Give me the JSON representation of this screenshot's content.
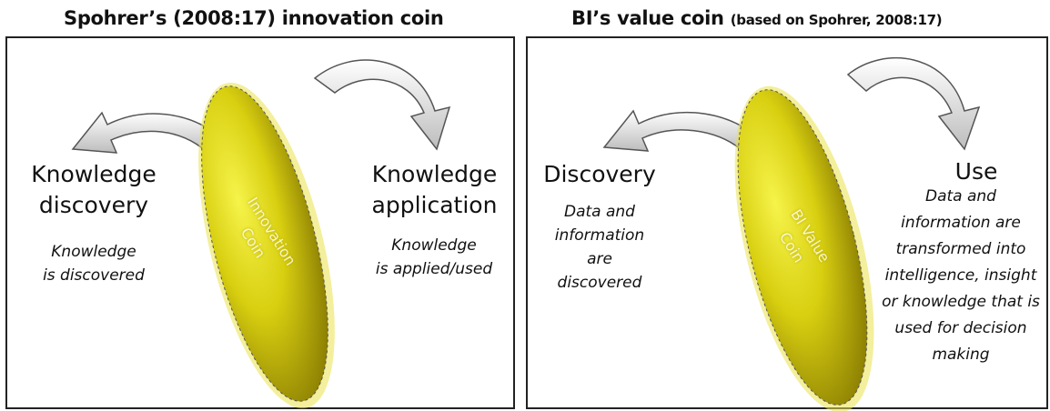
{
  "left_panel": {
    "title": "Spohrer’s (2008:17) innovation coin",
    "coin_label": [
      "Innovation",
      "Coin"
    ],
    "left_heading": [
      "Knowledge",
      "discovery"
    ],
    "left_text": [
      "Knowledge",
      "is discovered"
    ],
    "right_heading": [
      "Knowledge",
      "application"
    ],
    "right_text": [
      "Knowledge",
      "is applied/used"
    ]
  },
  "right_panel": {
    "title_main": "BI’s value coin",
    "title_sub": "(based on Spohrer, 2008:17)",
    "coin_label": [
      "BI Value",
      "Coin"
    ],
    "left_heading": "Discovery",
    "left_text": [
      "Data and",
      "information",
      "are",
      "discovered"
    ],
    "right_heading": "Use",
    "right_text": [
      "Data and",
      "information are",
      "transformed into",
      "intelligence, insight",
      "or knowledge that is",
      "used for decision",
      "making"
    ]
  },
  "colors": {
    "coin_light": "#f2ef2a",
    "coin_dark": "#8a7c00",
    "arrow_fill": "#d8d8d8",
    "arrow_stroke": "#555555"
  }
}
